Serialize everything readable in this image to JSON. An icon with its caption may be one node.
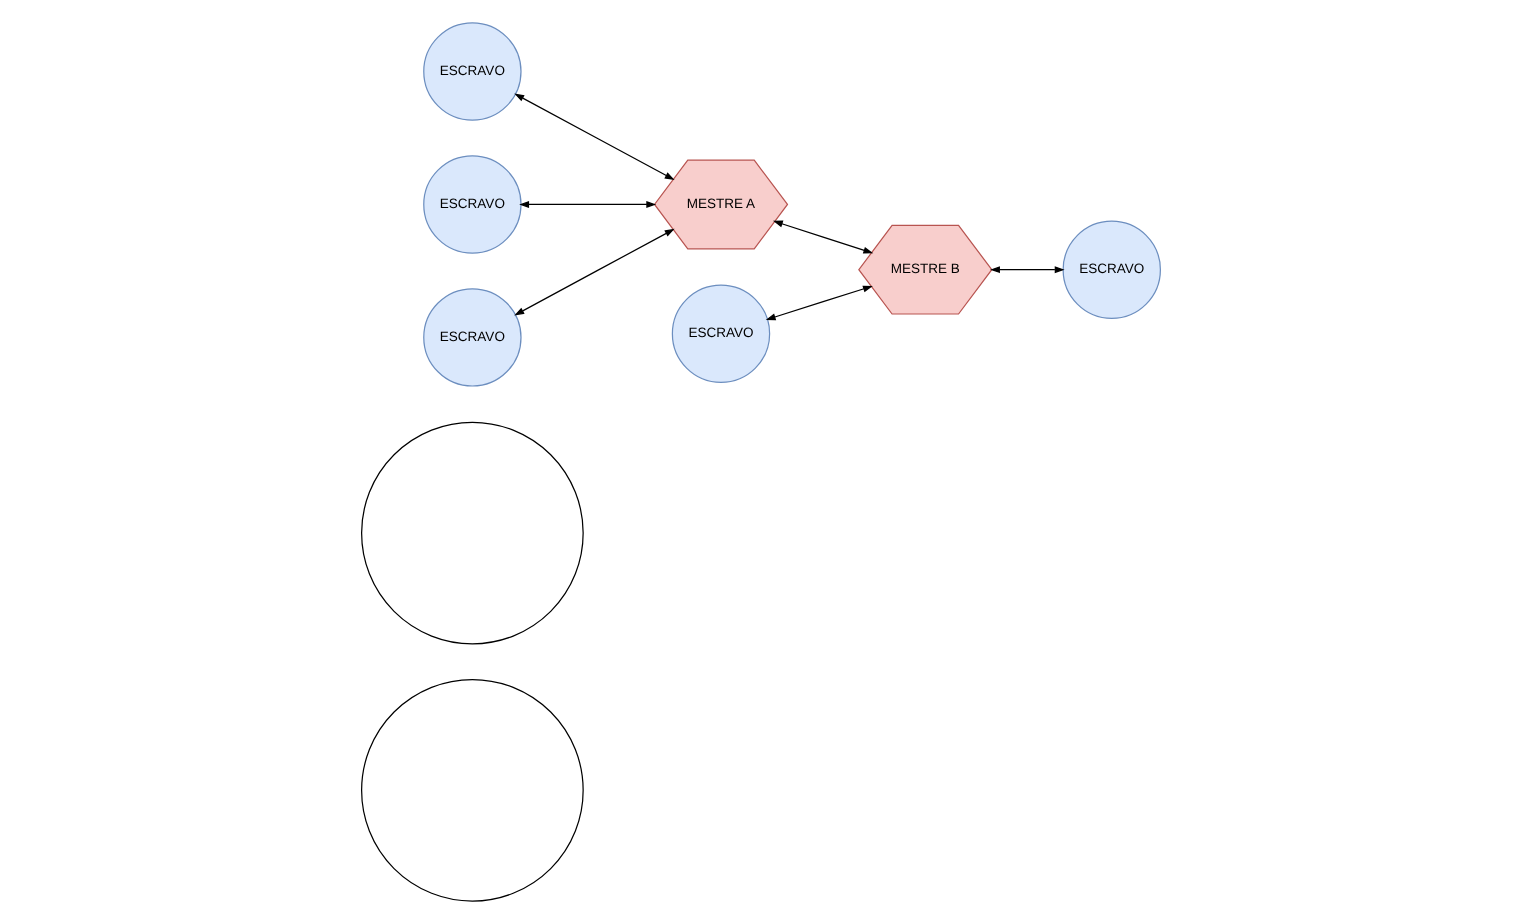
{
  "diagram": {
    "nodes": [
      {
        "text": [],
        "shape": "circle"
      },
      {
        "text": [],
        "shape": "circle"
      },
      {
        "text": [
          "ESCRAVO"
        ]
      },
      {
        "text": [
          "ESCRAVO"
        ]
      },
      {
        "text": [
          "ESCRAVO"
        ]
      },
      {
        "text": [
          "MESTRE A"
        ]
      },
      {
        "text": [
          "MESTRE B"
        ]
      },
      {
        "text": [
          "ESCRAVO"
        ]
      },
      {
        "text": [
          "ESCRAVO"
        ]
      }
    ],
    "edges": [
      {
        "from": 2,
        "to": 5,
        "arrow": "both"
      },
      {
        "from": 4,
        "to": 5,
        "arrow": "both"
      },
      {
        "from": 7,
        "to": 5,
        "arrow": "both"
      },
      {
        "from": 5,
        "to": 6,
        "arrow": "both"
      },
      {
        "from": 3,
        "to": 6,
        "arrow": "both"
      },
      {
        "from": 6,
        "to": 8,
        "arrow": "both"
      }
    ]
  }
}
